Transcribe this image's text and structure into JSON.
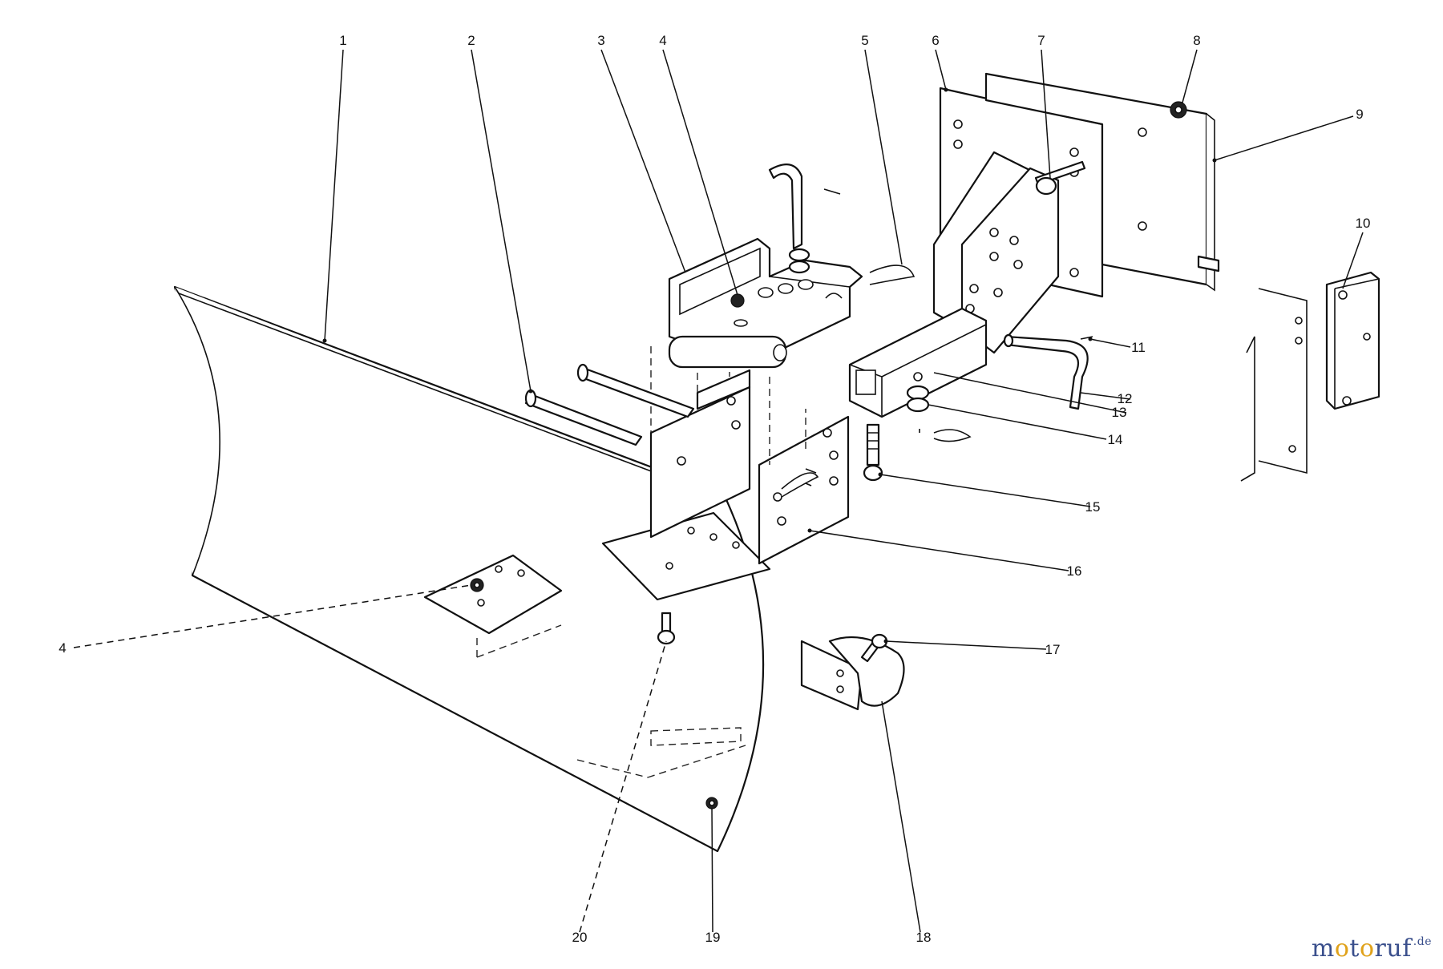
{
  "diagram": {
    "callouts": [
      "1",
      "2",
      "3",
      "4",
      "5",
      "6",
      "7",
      "8",
      "9",
      "10",
      "11",
      "12",
      "13",
      "14",
      "15",
      "16",
      "17",
      "18",
      "19",
      "20",
      "4"
    ]
  },
  "watermark": {
    "parts": [
      "m",
      "o",
      "t",
      "o",
      "r",
      "u",
      "f"
    ],
    "suffix": ".de",
    "colors": {
      "primary": "#3a4f8c",
      "accent": "#e0a21b"
    }
  }
}
